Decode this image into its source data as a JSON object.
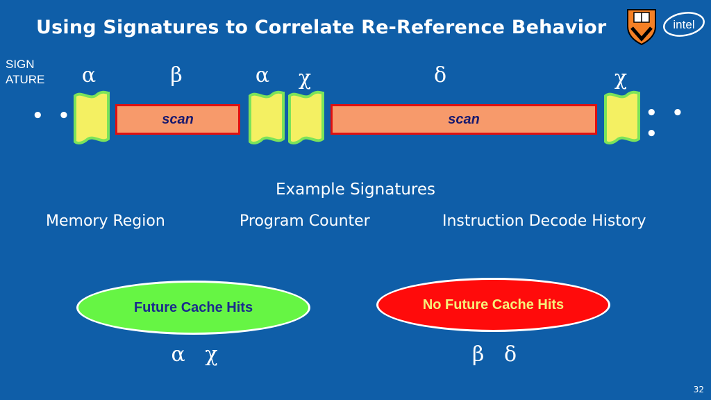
{
  "slide": {
    "title": "Using Signatures to Correlate Re-Reference Behavior",
    "signature_label_line1": "SIGN",
    "signature_label_line2": "ATURE",
    "ellipsis": "• • •",
    "timeline_symbols": [
      "α",
      "β",
      "α",
      "χ",
      "δ",
      "χ"
    ],
    "scan_label": "scan",
    "example_heading": "Example Signatures",
    "signature_types": [
      "Memory Region",
      "Program Counter",
      "Instruction Decode History"
    ],
    "future_hits": {
      "label": "Future Cache Hits",
      "symbols": "α   χ",
      "color": "#66f544"
    },
    "no_future_hits": {
      "label": "No Future Cache Hits",
      "symbols": "β   δ",
      "color": "#ff0b0b"
    },
    "page_number": "32",
    "logos": {
      "intel": "intel",
      "university": "shield-logo"
    }
  }
}
